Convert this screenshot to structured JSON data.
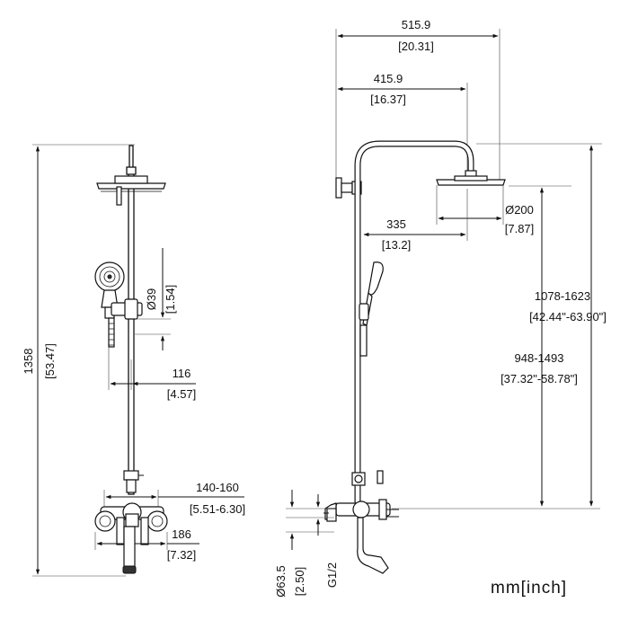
{
  "units_label": "mm[inch]",
  "front_view": {
    "total_height": {
      "mm": "1358",
      "inch": "[53.47]"
    },
    "handset_diameter": {
      "mm": "Ø39",
      "inch": "[1.54]"
    },
    "handset_offset": {
      "mm": "116",
      "inch": "[4.57]"
    },
    "inlet_centers": {
      "mm": "140-160",
      "inch": "[5.51-6.30]"
    },
    "mixer_width": {
      "mm": "186",
      "inch": "[7.32]"
    }
  },
  "side_view": {
    "arm_total": {
      "mm": "515.9",
      "inch": "[20.31]"
    },
    "arm_to_head_center": {
      "mm": "415.9",
      "inch": "[16.37]"
    },
    "pipe_to_head": {
      "mm": "335",
      "inch": "[13.2]"
    },
    "head_diameter": {
      "mm": "Ø200",
      "inch": "[7.87]"
    },
    "overall_adjustable": {
      "mm": "1078-1623",
      "inch": "[42.44\"-63.90\"]"
    },
    "head_adjustable": {
      "mm": "948-1493",
      "inch": "[37.32\"-58.78\"]"
    },
    "escutcheon_diameter": {
      "mm": "Ø63.5",
      "inch": "[2.50]"
    },
    "thread": {
      "label": "G1/2"
    }
  }
}
